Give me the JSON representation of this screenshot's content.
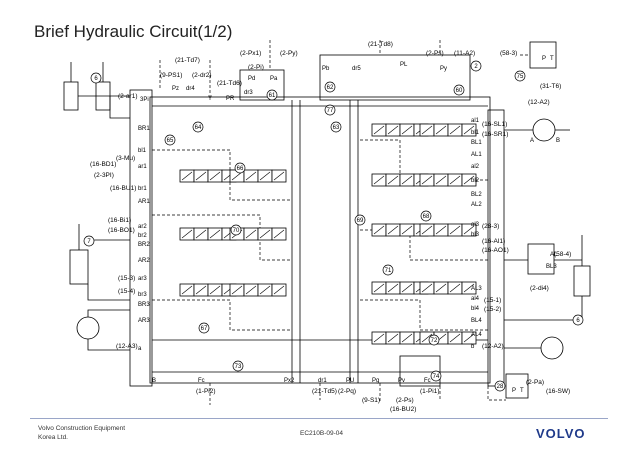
{
  "title": "Brief Hydraulic Circuit(1/2)",
  "footer": {
    "company_line1": "Volvo Construction Equipment",
    "company_line2": "Korea Ltd.",
    "doc_code": "EC210B-09-04",
    "logo": "VOLVO",
    "logo_color": "#1f3a8a"
  },
  "left_spools": [
    {
      "id": "BR1",
      "label": "BR1"
    },
    {
      "id": "bl1",
      "label": "bl1"
    },
    {
      "id": "ar1",
      "label": "ar1"
    },
    {
      "id": "br1",
      "label": "br1"
    },
    {
      "id": "AR1",
      "label": "AR1"
    },
    {
      "id": "ar2",
      "label": "ar2"
    },
    {
      "id": "br2",
      "label": "br2"
    },
    {
      "id": "BR2",
      "label": "BR2"
    },
    {
      "id": "AR2",
      "label": "AR2"
    },
    {
      "id": "ar3",
      "label": "ar3"
    },
    {
      "id": "br3",
      "label": "br3"
    },
    {
      "id": "BR3",
      "label": "BR3"
    },
    {
      "id": "AR3",
      "label": "AR3"
    },
    {
      "id": "a",
      "label": "a"
    }
  ],
  "right_spools": [
    {
      "id": "al1",
      "label": "al1"
    },
    {
      "id": "bl1r",
      "label": "bl1"
    },
    {
      "id": "BL1",
      "label": "BL1"
    },
    {
      "id": "AL1",
      "label": "AL1"
    },
    {
      "id": "al2",
      "label": "al2"
    },
    {
      "id": "bl2",
      "label": "bl2"
    },
    {
      "id": "BL2",
      "label": "BL2"
    },
    {
      "id": "AL2",
      "label": "AL2"
    },
    {
      "id": "al3",
      "label": "al3"
    },
    {
      "id": "bl3",
      "label": "bl3"
    },
    {
      "id": "AL3",
      "label": "AL3"
    },
    {
      "id": "al4",
      "label": "al4"
    },
    {
      "id": "bl4",
      "label": "bl4"
    },
    {
      "id": "BL4",
      "label": "BL4"
    },
    {
      "id": "AL4",
      "label": "AL4"
    },
    {
      "id": "b",
      "label": "b"
    }
  ],
  "callouts_left": [
    {
      "id": "2ar1",
      "label": "(2-ar1)"
    },
    {
      "id": "3mu",
      "label": "(3-Mu)"
    },
    {
      "id": "16bd1",
      "label": "(16-BD1)"
    },
    {
      "id": "23pi",
      "label": "(2-3PI)"
    },
    {
      "id": "16bu1",
      "label": "(16-BU1)"
    },
    {
      "id": "16bi1",
      "label": "(16-Bi1)"
    },
    {
      "id": "16bo1",
      "label": "(16-BO1)"
    },
    {
      "id": "153",
      "label": "(15-3)"
    },
    {
      "id": "154",
      "label": "(15-4)"
    },
    {
      "id": "12a1",
      "label": "(12-A3)"
    }
  ],
  "callouts_top": [
    {
      "id": "21td7",
      "label": "(21-Td7)"
    },
    {
      "id": "9ps1",
      "label": "(9-PS1)"
    },
    {
      "id": "2dr2",
      "label": "(2-dr2)"
    },
    {
      "id": "2px1",
      "label": "(2-Px1)"
    },
    {
      "id": "2py",
      "label": "(2-Py)"
    },
    {
      "id": "2pi",
      "label": "(2-Pi)"
    },
    {
      "id": "21td6",
      "label": "(21-Td6)"
    },
    {
      "id": "21td8",
      "label": "(21-Td8)"
    },
    {
      "id": "2ps",
      "label": "(2-Ps)"
    },
    {
      "id": "11a2",
      "label": "(11-A2)"
    },
    {
      "id": "583",
      "label": "(58-3)"
    },
    {
      "id": "31t6",
      "label": "(31-T6)"
    },
    {
      "id": "12a2",
      "label": "(12-A2)"
    }
  ],
  "callouts_right": [
    {
      "id": "16sl1",
      "label": "(16-SL1)"
    },
    {
      "id": "16sr1",
      "label": "(16-SR1)"
    },
    {
      "id": "283",
      "label": "(28-3)"
    },
    {
      "id": "16al1",
      "label": "(16-Al1)"
    },
    {
      "id": "16ao1",
      "label": "(16-AO1)"
    },
    {
      "id": "584",
      "label": "(58-4)"
    },
    {
      "id": "264",
      "label": "(2-di4)"
    },
    {
      "id": "151",
      "label": "(15-1)"
    },
    {
      "id": "152",
      "label": "(15-2)"
    },
    {
      "id": "12a2b",
      "label": "(12-A2)"
    },
    {
      "id": "2pa",
      "label": "(2-Pa)"
    },
    {
      "id": "16sw",
      "label": "(16-SW)"
    }
  ],
  "callouts_bottom": [
    {
      "id": "1pi2",
      "label": "(1-Pi2)"
    },
    {
      "id": "21td5",
      "label": "(21-Td5)"
    },
    {
      "id": "2pq",
      "label": "(2-Pq)"
    },
    {
      "id": "9s1",
      "label": "(9-S1)"
    },
    {
      "id": "2ps2",
      "label": "(2-Ps)"
    },
    {
      "id": "16bu2",
      "label": "(16-BU2)"
    },
    {
      "id": "1pi1",
      "label": "(1-Pi1)"
    }
  ],
  "ports": [
    {
      "id": "pz",
      "label": "Pz"
    },
    {
      "id": "dr4",
      "label": "dr4"
    },
    {
      "id": "pr",
      "label": "PR"
    },
    {
      "id": "y",
      "label": "Y"
    },
    {
      "id": "3pi",
      "label": "3Pi"
    },
    {
      "id": "pd",
      "label": "Pd"
    },
    {
      "id": "pa",
      "label": "Pa"
    },
    {
      "id": "dr3",
      "label": "dr3"
    },
    {
      "id": "pb",
      "label": "Pb"
    },
    {
      "id": "dr5",
      "label": "dr5"
    },
    {
      "id": "pl",
      "label": "PL"
    },
    {
      "id": "py",
      "label": "Py"
    },
    {
      "id": "pt",
      "label": "P"
    },
    {
      "id": "tp",
      "label": "T"
    },
    {
      "id": "a_motor",
      "label": "A"
    },
    {
      "id": "b_motor",
      "label": "B"
    },
    {
      "id": "bl3p",
      "label": "BL3"
    },
    {
      "id": "alr",
      "label": "AL"
    },
    {
      "id": "bb",
      "label": "B"
    },
    {
      "id": "fc",
      "label": "Fc"
    },
    {
      "id": "px2",
      "label": "Px2"
    },
    {
      "id": "dr1",
      "label": "dr1"
    },
    {
      "id": "pu",
      "label": "PU"
    },
    {
      "id": "pg",
      "label": "Pg"
    },
    {
      "id": "pv",
      "label": "Pv"
    },
    {
      "id": "fc2",
      "label": "Fc"
    },
    {
      "id": "pp",
      "label": "P"
    },
    {
      "id": "tt",
      "label": "T"
    }
  ],
  "item_numbers": [
    {
      "id": "n6a",
      "label": "6"
    },
    {
      "id": "n7",
      "label": "7"
    },
    {
      "id": "n6b",
      "label": "6"
    },
    {
      "id": "n2",
      "label": "2"
    },
    {
      "id": "n64",
      "label": "64"
    },
    {
      "id": "n61",
      "label": "61"
    },
    {
      "id": "n62",
      "label": "62"
    },
    {
      "id": "n63",
      "label": "63"
    },
    {
      "id": "n60",
      "label": "60"
    },
    {
      "id": "n65",
      "label": "65"
    },
    {
      "id": "n66",
      "label": "66"
    },
    {
      "id": "n68",
      "label": "68"
    },
    {
      "id": "n69",
      "label": "69"
    },
    {
      "id": "n70",
      "label": "70"
    },
    {
      "id": "n71",
      "label": "71"
    },
    {
      "id": "n67",
      "label": "67"
    },
    {
      "id": "n72",
      "label": "72"
    },
    {
      "id": "n73",
      "label": "73"
    },
    {
      "id": "n74",
      "label": "74"
    },
    {
      "id": "n75",
      "label": "75"
    },
    {
      "id": "n28",
      "label": "28"
    },
    {
      "id": "n77",
      "label": "77"
    }
  ]
}
